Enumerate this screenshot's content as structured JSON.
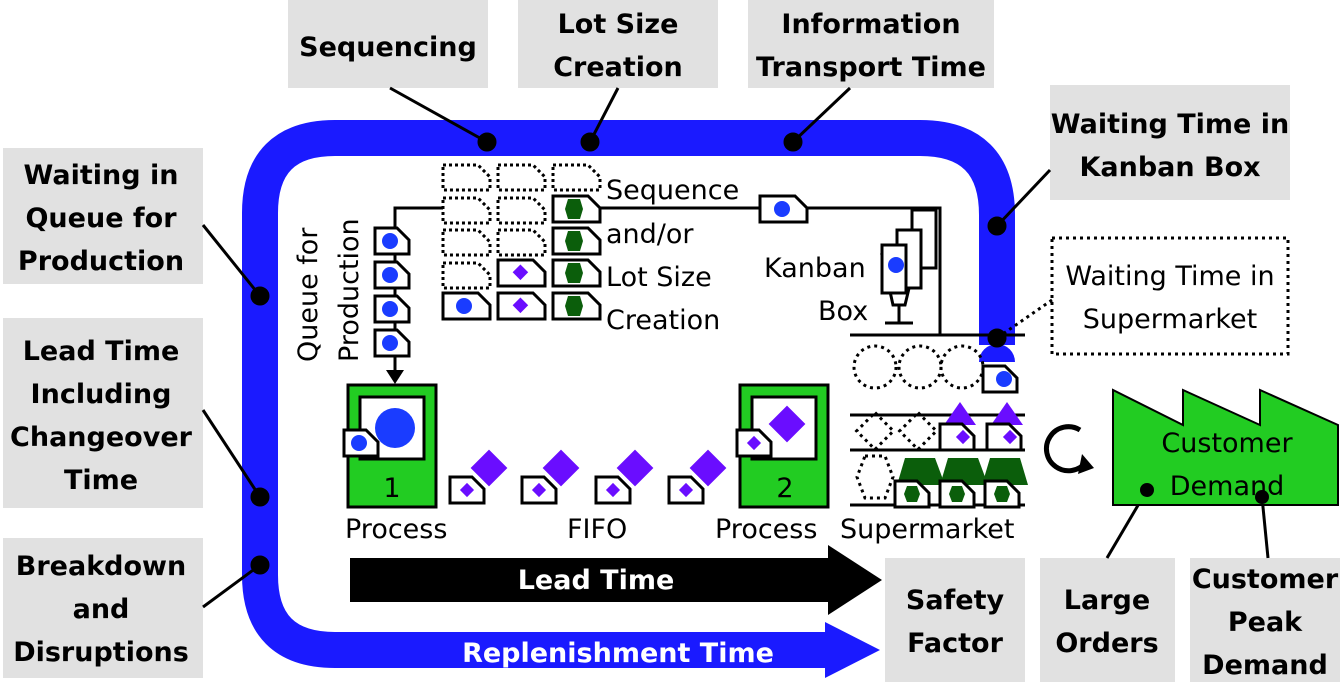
{
  "colors": {
    "loop": "#1a1aff",
    "process": "#22cc22",
    "blue_item": "#1a3cff",
    "purple_item": "#6a0dff",
    "green_item": "#0b5e0b",
    "label_box": "#e1e1e1"
  },
  "labels": {
    "sequencing": [
      "Sequencing"
    ],
    "lot_size_creation": [
      "Lot Size",
      "Creation"
    ],
    "information_transport": [
      "Information",
      "Transport Time"
    ],
    "waiting_kanban_box": [
      "Waiting Time in",
      "Kanban Box"
    ],
    "waiting_supermarket": [
      "Waiting Time in",
      "Supermarket"
    ],
    "waiting_queue": [
      "Waiting in",
      "Queue for",
      "Production"
    ],
    "lead_time_changeover": [
      "Lead Time",
      "Including",
      "Changeover",
      "Time"
    ],
    "breakdown": [
      "Breakdown",
      "and",
      "Disruptions"
    ],
    "safety_factor": [
      "Safety",
      "Factor"
    ],
    "large_orders": [
      "Large",
      "Orders"
    ],
    "customer_peak_demand": [
      "Customer",
      "Peak",
      "Demand"
    ]
  },
  "diagram": {
    "queue_label": [
      "Queue for",
      "Production"
    ],
    "sequence_label": [
      "Sequence",
      "and/or",
      "Lot Size",
      "Creation"
    ],
    "kanban_box_label": [
      "Kanban",
      "Box"
    ],
    "process_1_number": "1",
    "process_2_number": "2",
    "process_1_label": "Process",
    "fifo_label": "FIFO",
    "process_2_label": "Process",
    "supermarket_label": "Supermarket",
    "customer_demand": [
      "Customer",
      "Demand"
    ],
    "lead_time_arrow": "Lead Time",
    "replenishment_arrow": "Replenishment Time"
  }
}
